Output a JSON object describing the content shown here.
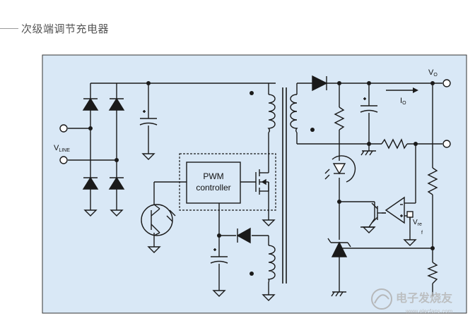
{
  "header": {
    "title": "次级端调节充电器"
  },
  "diagram": {
    "background": "#d9e8f6",
    "border": "#333333",
    "labels": {
      "vline_main": "V",
      "vline_sub": "LINE",
      "pwm_line1": "PWM",
      "pwm_line2": "controller",
      "vo_main": "V",
      "vo_sub": "O",
      "io_main": "I",
      "io_sub": "O",
      "vref_main": "V",
      "vref_sub1": "re",
      "vref_sub2": "f"
    }
  },
  "watermark": {
    "text": "电子发烧友",
    "url": "www.elecfans.com"
  }
}
